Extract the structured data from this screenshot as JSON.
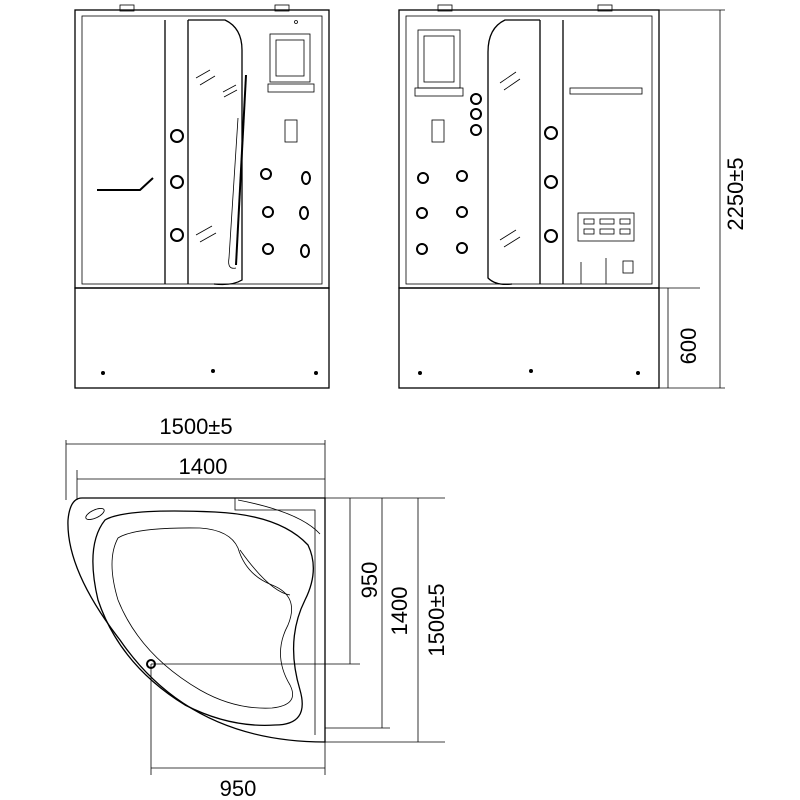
{
  "dimensions": {
    "total_height": "2250±5",
    "tray_height": "600",
    "overall_width": "1500±5",
    "inner_width": "1400",
    "corner_radius_top": "950",
    "right_inner_depth": "1400",
    "overall_depth": "1500±5",
    "corner_radius_bottom": "950"
  }
}
